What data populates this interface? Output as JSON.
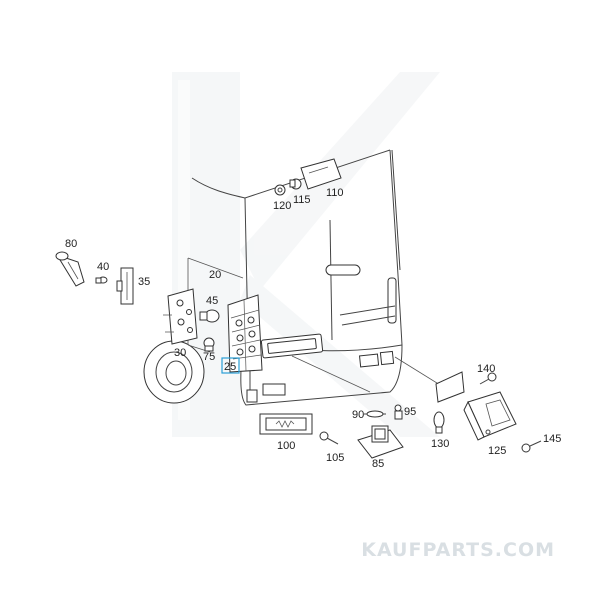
{
  "watermark": "KAUFPARTS.COM",
  "highlighted_part": "25",
  "highlight_color": "#2a9fd6",
  "callouts": {
    "p20": "20",
    "p25": "25",
    "p30": "30",
    "p35": "35",
    "p40": "40",
    "p45": "45",
    "p75": "75",
    "p80": "80",
    "p85": "85",
    "p90": "90",
    "p95": "95",
    "p100": "100",
    "p105": "105",
    "p110": "110",
    "p115": "115",
    "p120": "120",
    "p125": "125",
    "p130": "130",
    "p140": "140",
    "p145": "145"
  }
}
